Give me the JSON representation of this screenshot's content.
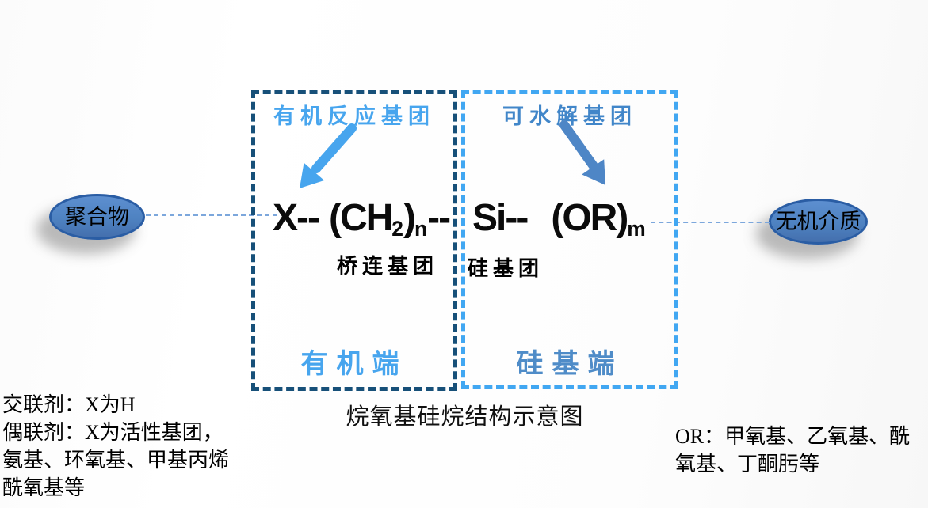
{
  "left_node": {
    "label": "聚合物"
  },
  "right_node": {
    "label": "无机介质"
  },
  "organic_box": {
    "group_label": "有机反应基团",
    "formula": {
      "head": "X--",
      "paren_open": "(CH",
      "sub_2": "2",
      "paren_close": ")",
      "sub_n": "n",
      "tail": "--"
    },
    "bridge_label": "桥连基团",
    "end_label": "有机端"
  },
  "silicon_box": {
    "group_label": "可水解基团",
    "formula": {
      "head": "Si--",
      "group": "(OR)",
      "sub_m": "m"
    },
    "silyl_label": "硅基团",
    "end_label": "硅基端"
  },
  "caption": "烷氧基硅烷结构示意图",
  "notes_left": {
    "lines": [
      "交联剂：X为H",
      "偶联剂：X为活性基团，",
      "氨基、环氧基、甲基丙烯",
      "酰氧基等"
    ]
  },
  "notes_right": {
    "lines": [
      "OR：甲氧基、乙氧基、酰",
      "氧基、丁酮肟等"
    ]
  },
  "colors": {
    "organic_box_border": "#175079",
    "silicon_box_border": "#41a7f2",
    "organic_accent": "#47a5ee",
    "silicon_accent": "#4186c9",
    "node_fill": "#4e82c1",
    "node_border": "#2a5da4",
    "connector": "#7ca7dc",
    "text": "#000000"
  }
}
